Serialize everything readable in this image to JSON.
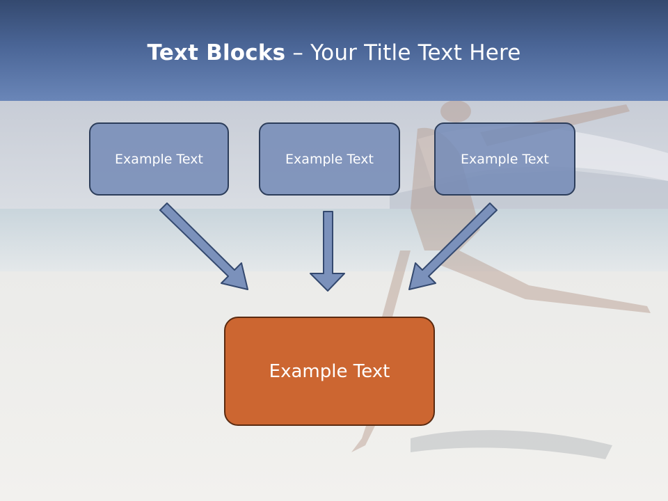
{
  "slide": {
    "title_bold": "Text Blocks",
    "title_rest": " – Your Title Text Here",
    "blocks": [
      {
        "label": "Example Text"
      },
      {
        "label": "Example Text"
      },
      {
        "label": "Example Text"
      }
    ],
    "main_block": {
      "label": "Example Text"
    }
  },
  "colors": {
    "header": "#4a6596",
    "block_fill": "#7b91bb",
    "block_border": "#2c3d5a",
    "main_fill": "#cc6631",
    "main_border": "#5a2a10",
    "arrow_fill": "#7b91bb"
  }
}
